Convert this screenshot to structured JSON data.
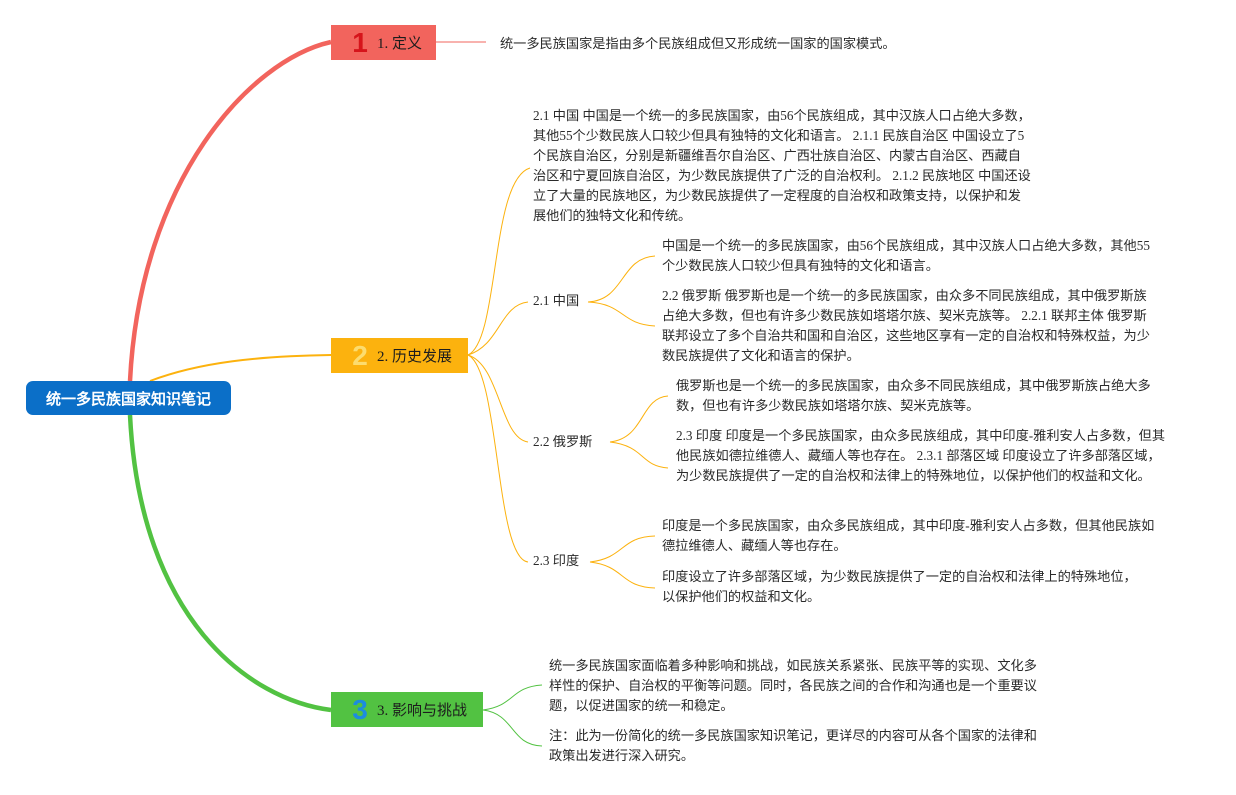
{
  "root": {
    "title": "统一多民族国家知识笔记"
  },
  "branches": [
    {
      "number": "1",
      "label": "1. 定义",
      "color": "#f2645d"
    },
    {
      "number": "2",
      "label": "2. 历史发展",
      "color": "#fcb20e"
    },
    {
      "number": "3",
      "label": "3. 影响与挑战",
      "color": "#52c242"
    }
  ],
  "definition": {
    "text": "统一多民族国家是指由多个民族组成但又形成统一国家的国家模式。"
  },
  "history": {
    "intro": "2.1 中国 中国是一个统一的多民族国家，由56个民族组成，其中汉族人口占绝大多数，其他55个少数民族人口较少但具有独特的文化和语言。 2.1.1 民族自治区 中国设立了5个民族自治区，分别是新疆维吾尔自治区、广西壮族自治区、内蒙古自治区、西藏自治区和宁夏回族自治区，为少数民族提供了广泛的自治权利。 2.1.2 民族地区 中国还设立了大量的民族地区，为少数民族提供了一定程度的自治权和政策支持，以保护和发展他们的独特文化和传统。",
    "subtopics": [
      {
        "label": "2.1 中国",
        "notes": [
          "中国是一个统一的多民族国家，由56个民族组成，其中汉族人口占绝大多数，其他55个少数民族人口较少但具有独特的文化和语言。",
          "2.2 俄罗斯 俄罗斯也是一个统一的多民族国家，由众多不同民族组成，其中俄罗斯族占绝大多数，但也有许多少数民族如塔塔尔族、契米克族等。 2.2.1 联邦主体 俄罗斯联邦设立了多个自治共和国和自治区，这些地区享有一定的自治权和特殊权益，为少数民族提供了文化和语言的保护。"
        ]
      },
      {
        "label": "2.2 俄罗斯",
        "notes": [
          "俄罗斯也是一个统一的多民族国家，由众多不同民族组成，其中俄罗斯族占绝大多数，但也有许多少数民族如塔塔尔族、契米克族等。",
          "2.3 印度 印度是一个多民族国家，由众多民族组成，其中印度-雅利安人占多数，但其他民族如德拉维德人、藏缅人等也存在。 2.3.1 部落区域 印度设立了许多部落区域，为少数民族提供了一定的自治权和法律上的特殊地位，以保护他们的权益和文化。"
        ]
      },
      {
        "label": "2.3 印度",
        "notes": [
          "印度是一个多民族国家，由众多民族组成，其中印度-雅利安人占多数，但其他民族如德拉维德人、藏缅人等也存在。",
          "印度设立了许多部落区域，为少数民族提供了一定的自治权和法律上的特殊地位，以保护他们的权益和文化。"
        ]
      }
    ]
  },
  "impact": {
    "notes": [
      "统一多民族国家面临着多种影响和挑战，如民族关系紧张、民族平等的实现、文化多样性的保护、自治权的平衡等问题。同时，各民族之间的合作和沟通也是一个重要议题，以促进国家的统一和稳定。",
      "注：此为一份简化的统一多民族国家知识笔记，更详尽的内容可从各个国家的法律和政策出发进行深入研究。"
    ]
  }
}
